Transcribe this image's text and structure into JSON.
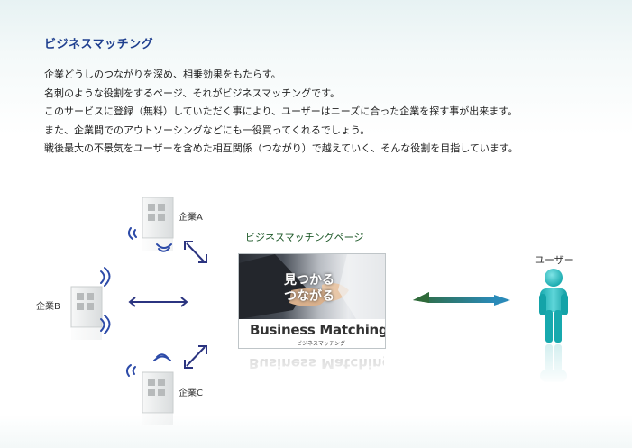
{
  "heading": "ビジネスマッチング",
  "intro_lines": [
    "企業どうしのつながりを深め、相乗効果をもたらす。",
    "名刺のような役割をするページ、それがビジネスマッチングです。",
    "このサービスに登録（無料）していただく事により、ユーザーはニーズに合った企業を探す事が出来ます。",
    "また、企業間でのアウトソーシングなどにも一役買ってくれるでしょう。",
    "戦後最大の不景気をユーザーを含めた相互関係（つながり）で越えていく、そんな役割を目指しています。"
  ],
  "diagram": {
    "company_a": "企業A",
    "company_b": "企業B",
    "company_c": "企業C",
    "page_title": "ビジネスマッチングページ",
    "user_label": "ユーザー",
    "card": {
      "catch_line1": "見つかる",
      "catch_line2": "つながる",
      "logo_en": "Business Matching",
      "logo_ja": "ビジネスマッチング"
    }
  },
  "colors": {
    "heading": "#1f3f8f",
    "arrow_navy": "#2b3480",
    "signal_blue": "#2c4aa8",
    "user_teal": "#1fb4b8",
    "arrow_green": "#2f6a3a"
  }
}
